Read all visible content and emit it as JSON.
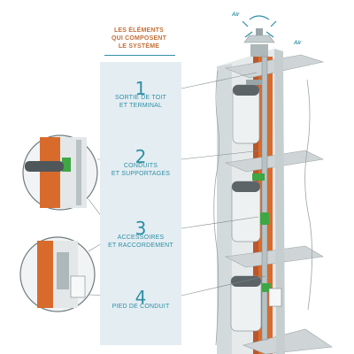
{
  "header": {
    "title": "LES ÉLÉMENTS\nQUI COMPOSENT\nLE SYSTÈME"
  },
  "steps": [
    {
      "number": "1",
      "label": "SORTIE DE TOIT\nET TERMINAL"
    },
    {
      "number": "2",
      "label": "CONDUITS\nET SUPPORTAGES"
    },
    {
      "number": "3",
      "label": "ACCESSOIRES\nET RACCORDEMENT"
    },
    {
      "number": "4",
      "label": "PIED DE CONDUIT"
    }
  ],
  "annotations": {
    "air_left": "Air",
    "air_right": "Air"
  },
  "colors": {
    "accent": "#2f8fa5",
    "title": "#c0703a",
    "brick": "#d86b2c",
    "wall": "#cfd8da",
    "panel": "#e4edf2",
    "green": "#3fa644"
  }
}
